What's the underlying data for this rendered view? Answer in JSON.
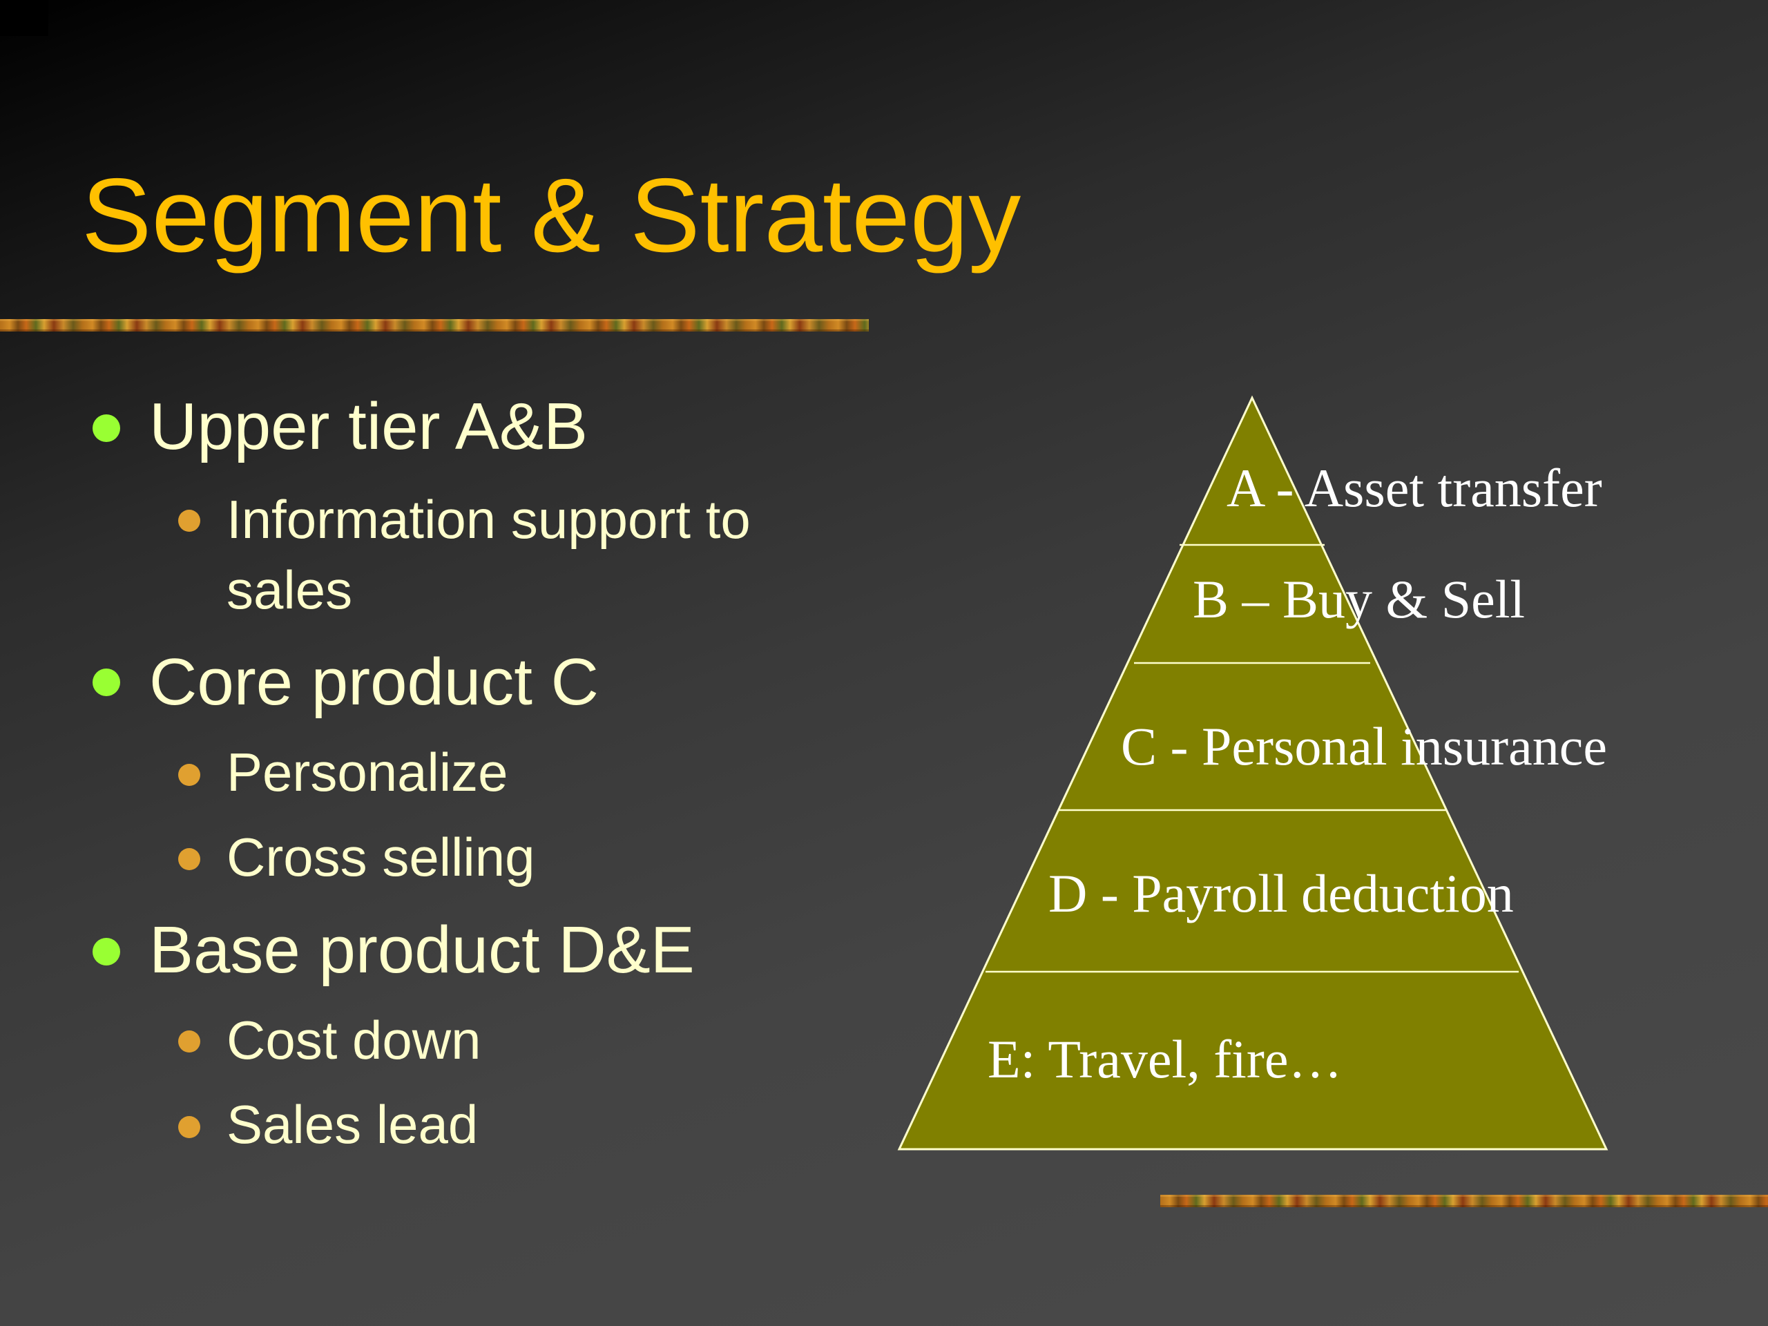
{
  "slide": {
    "title": "Segment & Strategy",
    "colors": {
      "title": "#ffc000",
      "text": "#ffffcc",
      "bullet_level1": "#99ff33",
      "bullet_level2": "#e0a030",
      "pyramid_fill": "#808000",
      "pyramid_lines": "#ffffcc"
    }
  },
  "bullets": [
    {
      "text": "Upper tier A&B",
      "sub": [
        {
          "text": "Information support to"
        },
        {
          "text": "sales",
          "continuation": true
        }
      ]
    },
    {
      "text": "Core product C",
      "sub": [
        {
          "text": "Personalize"
        },
        {
          "text": "Cross selling"
        }
      ]
    },
    {
      "text": "Base product D&E",
      "sub": [
        {
          "text": "Cost down"
        },
        {
          "text": "Sales lead"
        }
      ]
    }
  ],
  "pyramid": {
    "tiers": [
      "A - Asset transfer",
      "B – Buy & Sell",
      "C - Personal insurance",
      "D - Payroll deduction",
      "E: Travel, fire…"
    ]
  }
}
